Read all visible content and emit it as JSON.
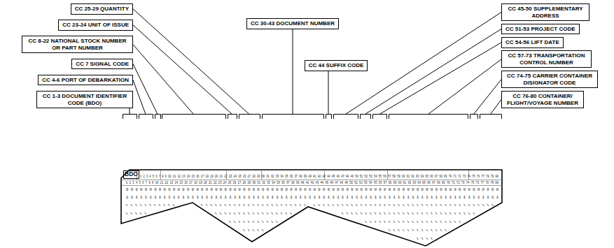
{
  "diagram": {
    "nodes": [
      {
        "text": [
          "CC 1-3 DOCUMENT IDENTIFIER CODE (BDO)"
        ]
      },
      {
        "text": [
          "CC 4-6 PORT OF DEBARKATION"
        ]
      },
      {
        "text": [
          "CC 7 SIGNAL CODE"
        ]
      },
      {
        "text": [
          "CC 8-22 NATIONAL STOCK NUMBER OR PART NUMBER"
        ]
      },
      {
        "text": [
          "CC 23-24 UNIT OF ISSUE"
        ]
      },
      {
        "text": [
          "CC 25-29 QUANTITY"
        ]
      },
      {
        "text": [
          "CC 30-43 DOCUMENT NUMBER"
        ]
      },
      {
        "text": [
          "CC 44 SUFFIX CODE"
        ]
      },
      {
        "text": [
          "CC 45-50 SUPPLEMENTARY ADDRESS"
        ]
      },
      {
        "text": [
          "CC 51-53 PROJECT CODE"
        ]
      },
      {
        "text": [
          "CC 54-56 LIFT DATE"
        ]
      },
      {
        "text": [
          "CC 57-73 TRANSPORTATION CONTROL NUMBER"
        ]
      },
      {
        "text": [
          "CC 74-75 CARRIER CONTAINER DISIGNATOR CODE"
        ]
      },
      {
        "text": [
          "CC 76-80 CONTAINER/ FLIGHT/VOYAGE NUMBER"
        ]
      }
    ],
    "labels": [
      "BDO",
      "1 2 3 4 5 6 7 8 9 10 11 12 13 14 15 16 17 18 19 20 21 22 23 24 25 26 27 28 29 30 31 32 33 34 35 36 37 38 39 40 41 42 43 44 45 46 47 48 49 50 51 52 53 54 55 56 57 58 59 60 61 62 63 64 65 66 67 68 69 70 71 72 73 74 75 76 77 78 79 80",
      "1 2 3 4 5 6 7 8 9 10 11 12 13 14 15 16 17 18 19 20 21 22 23 24 25 26 27 28 29 30 31 32 33 34 35 36 37 38 39 40 41 42 43 44 45 46 47 48 49 50 51 52 53 54 55 56 57 58 59 60 61 62 63 64 65 66 67 68 69 70 71 72 73 74 75 76 77 78 79 80",
      "0 0 0 0 0 0 0 0 0 0 0 0 0 0 0 0 0 0 0 0 0 0 0 0 0 0 0 0 0 0 0 0 0 0 0 0 0 0 0 0 0 0 0 0 0 0 0 0 0 0 0 0 0 0 0 0 0 0 0 0 0 0 0 0 0 0 0 0 0 0 0 0 0 0 0 0 0 0 0 0",
      "1 1 1 1 1 1 1 1 1 1 1 1 1 1 1 1 1 1 1 1 1 1 1 1 1 1 1 1 1 1 1 1 1 1 1 1 1 1 1 1 1 1 1 1 1 1 1 1 1 1 1 1 1 1 1 1 1 1 1 1 1 1 1 1 1 1 1 1 1 1 1 1 1 1 1 1 1 1 1 1"
    ]
  }
}
